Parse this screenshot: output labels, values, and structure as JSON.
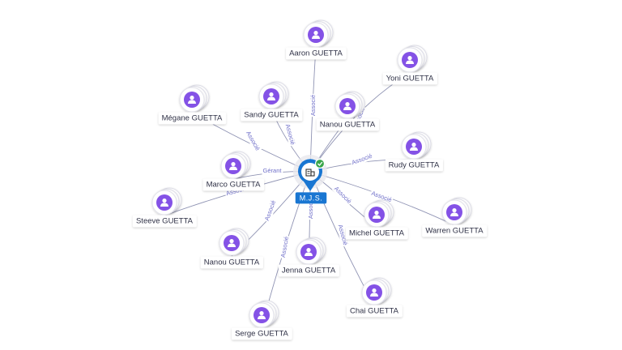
{
  "center": {
    "label": "M.J.S.",
    "color": "#1976d2",
    "badge_color": "#3aa64a",
    "icon": "building-icon"
  },
  "colors": {
    "person": "#8452e6",
    "edge": "#8f93b3",
    "edge_label": "#6f6fc9"
  },
  "nodes": [
    {
      "id": "aaron",
      "label": "Aaron GUETTA",
      "relation": "Associé"
    },
    {
      "id": "yoni",
      "label": "Yoni GUETTA",
      "relation": "Associé"
    },
    {
      "id": "nanou1",
      "label": "Nanou GUETTA",
      "relation": "Associé"
    },
    {
      "id": "sandy",
      "label": "Sandy GUETTA",
      "relation": "Associé"
    },
    {
      "id": "megane",
      "label": "Mégane GUETTA",
      "relation": "Associé"
    },
    {
      "id": "rudy",
      "label": "Rudy GUETTA",
      "relation": "Associé"
    },
    {
      "id": "marco",
      "label": "Marco GUETTA",
      "relation": "Gérant"
    },
    {
      "id": "steeve",
      "label": "Steeve GUETTA",
      "relation": "Associé"
    },
    {
      "id": "warren",
      "label": "Warren GUETTA",
      "relation": "Associé"
    },
    {
      "id": "michel",
      "label": "Michel GUETTA",
      "relation": "Associé"
    },
    {
      "id": "nanou2",
      "label": "Nanou GUETTA",
      "relation": "Associé"
    },
    {
      "id": "jenna",
      "label": "Jenna GUETTA",
      "relation": "Associé"
    },
    {
      "id": "chai",
      "label": "Chai GUETTA",
      "relation": "Associé"
    },
    {
      "id": "serge",
      "label": "Serge GUETTA",
      "relation": "Associé"
    }
  ]
}
